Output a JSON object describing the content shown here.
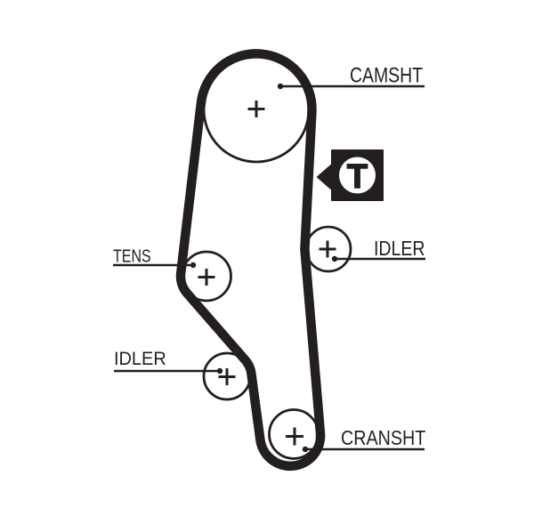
{
  "diagram": {
    "description": "Timing belt routing diagram",
    "pulleys": [
      {
        "id": "camshaft",
        "label": "CAMSHT"
      },
      {
        "id": "idler_right",
        "label": "IDLER"
      },
      {
        "id": "tensioner",
        "label": "TENS"
      },
      {
        "id": "idler_lower",
        "label": "IDLER"
      },
      {
        "id": "crankshaft",
        "label": "CRANSHT"
      }
    ],
    "tension_marker": "T",
    "colors": {
      "ink": "#231f20",
      "background": "#ffffff"
    }
  }
}
